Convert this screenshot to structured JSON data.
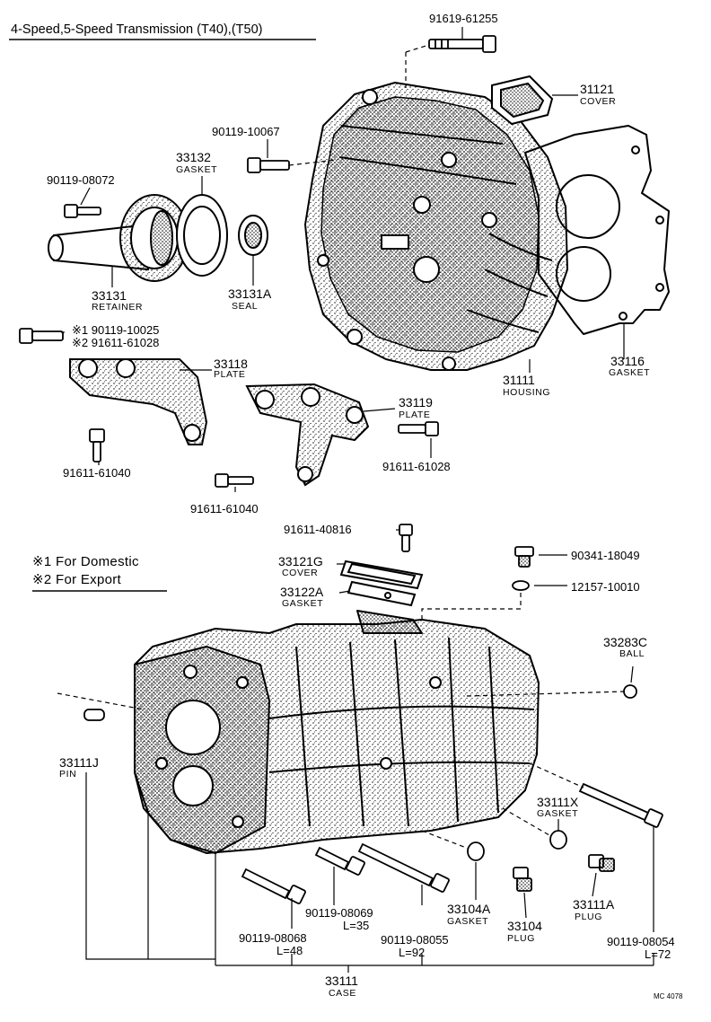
{
  "title": "4-Speed,5-Speed Transmission (T40),(T50)",
  "ref_code": "MC 4078",
  "notes": [
    {
      "mark": "※1",
      "text": "For Domestic"
    },
    {
      "mark": "※2",
      "text": "For Export"
    }
  ],
  "parts": {
    "p91619_61255": "91619-61255",
    "p31121": "31121",
    "p31121_name": "COVER",
    "p90119_10067": "90119-10067",
    "p33132": "33132",
    "p33132_name": "GASKET",
    "p90119_08072": "90119-08072",
    "p33131": "33131",
    "p33131_name": "RETAINER",
    "p33131A": "33131A",
    "p33131A_name": "SEAL",
    "p90119_10025": "※1 90119-10025",
    "p91611_61028a": "※2 91611-61028",
    "p33118": "33118",
    "p33118_name": "PLATE",
    "p33116": "33116",
    "p33116_name": "GASKET",
    "p31111": "31111",
    "p31111_name": "HOUSING",
    "p33119": "33119",
    "p33119_name": "PLATE",
    "p91611_61040a": "91611-61040",
    "p91611_61028b": "91611-61028",
    "p91611_61040b": "91611-61040",
    "p91611_40816": "91611-40816",
    "p90341_18049": "90341-18049",
    "p33121G": "33121G",
    "p33121G_name": "COVER",
    "p12157_10010": "12157-10010",
    "p33122A": "33122A",
    "p33122A_name": "GASKET",
    "p33283C": "33283C",
    "p33283C_name": "BALL",
    "p33111J": "33111J",
    "p33111J_name": "PIN",
    "p33111X": "33111X",
    "p33111X_name": "GASKET",
    "p90119_08069": "90119-08069",
    "p90119_08069_len": "L=35",
    "p33104A": "33104A",
    "p33104A_name": "GASKET",
    "p33104": "33104",
    "p33104_name": "PLUG",
    "p33111A": "33111A",
    "p33111A_name": "PLUG",
    "p90119_08068": "90119-08068",
    "p90119_08068_len": "L=48",
    "p90119_08055": "90119-08055",
    "p90119_08055_len": "L=92",
    "p90119_08054": "90119-08054",
    "p90119_08054_len": "L=72",
    "p33111": "33111",
    "p33111_name": "CASE"
  }
}
